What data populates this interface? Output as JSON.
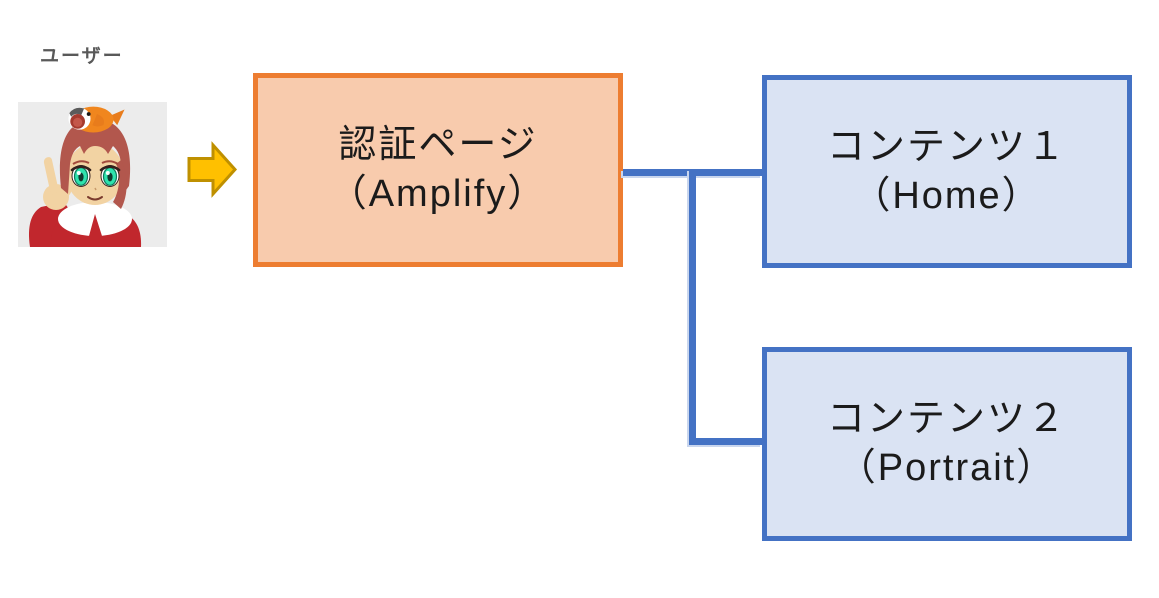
{
  "diagram": {
    "user": {
      "label": "ユーザー",
      "avatar": "anime-character-with-bird-on-head"
    },
    "nodes": {
      "auth": {
        "title": "認証ページ",
        "subtitle": "（Amplify）"
      },
      "content1": {
        "title": "コンテンツ１",
        "subtitle": "（Home）"
      },
      "content2": {
        "title": "コンテンツ２",
        "subtitle": "（Portrait）"
      }
    },
    "connections": [
      {
        "from": "auth",
        "to": "content1",
        "type": "elbow"
      },
      {
        "from": "auth",
        "to": "content2",
        "type": "elbow"
      }
    ]
  },
  "colors": {
    "auth_border": "#ED7D31",
    "auth_fill": "#F8CBAD",
    "content_border": "#4472C4",
    "content_fill": "#DAE3F3",
    "connector": "#4472C4",
    "arrow_fill": "#FFC000",
    "arrow_border": "#BF9000",
    "user_label": "#595959",
    "node_text": "#1B1B1B"
  }
}
